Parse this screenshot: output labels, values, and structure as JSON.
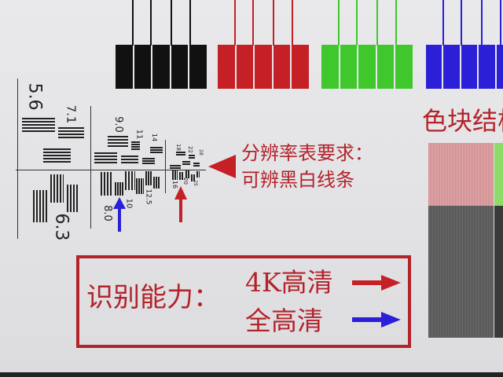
{
  "color_bars": [
    {
      "name": "black",
      "color": "#111111"
    },
    {
      "name": "red",
      "color": "#c42025"
    },
    {
      "name": "green",
      "color": "#3fc72c"
    },
    {
      "name": "blue",
      "color": "#2c1fd8"
    }
  ],
  "resolution_chart": {
    "labels": {
      "l56": "5.6",
      "l71": "7.1",
      "l90": "9.0",
      "l11": "11",
      "l14": "14",
      "l18": "18",
      "l22": "22",
      "l28": "28",
      "l80": "8.0",
      "l10": "10",
      "l125": "12.5",
      "l16": "16",
      "l20": "20",
      "l25": "25",
      "l63": "6.3"
    }
  },
  "requirement": {
    "line1": "分辨率表要求：",
    "line2": "可辨黑白线条"
  },
  "ability_box": {
    "label": "识别能力：",
    "uhd": "4K高清",
    "fhd": "全高清"
  },
  "color_block": {
    "title": "色块结构"
  },
  "colors": {
    "red": "#b3232a",
    "blue": "#2c1fd8",
    "pink": "#d79a9c",
    "green": "#8edb6a",
    "gray": "#5a5858"
  }
}
